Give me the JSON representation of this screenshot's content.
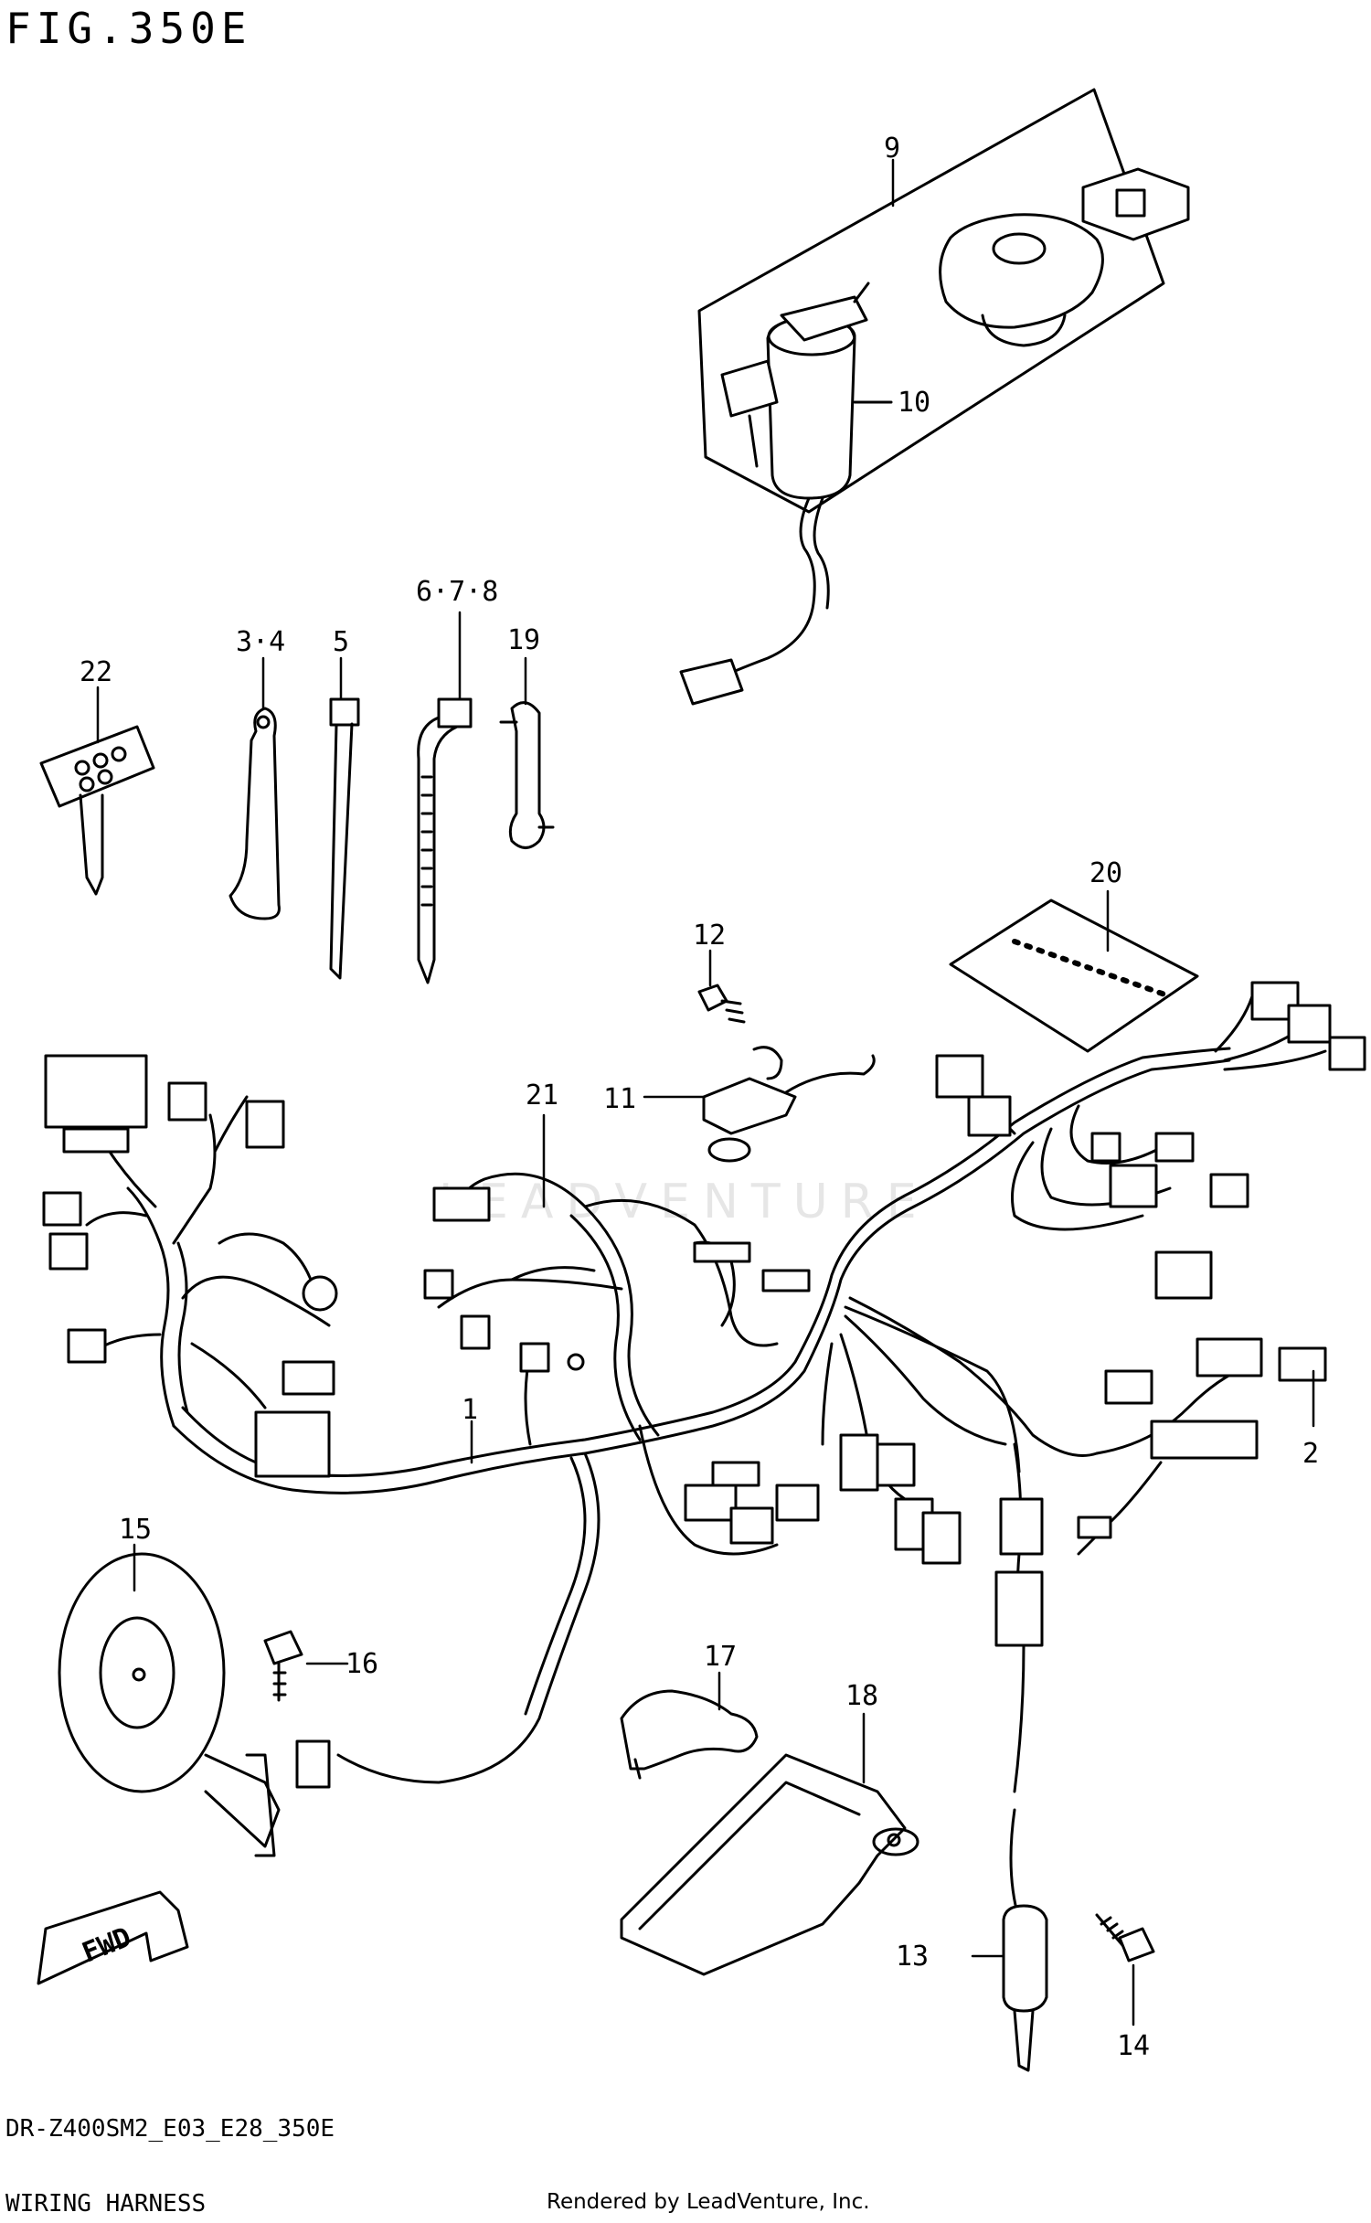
{
  "figure": {
    "title": "FIG.350E",
    "model_code": "DR-Z400SM2_E03_E28_350E",
    "caption": "WIRING HARNESS",
    "credit": "Rendered by LeadVenture, Inc.",
    "watermark": "LEADVENTURE"
  },
  "callouts": [
    {
      "id": "callout-1",
      "label": "1"
    },
    {
      "id": "callout-2",
      "label": "2"
    },
    {
      "id": "callout-3-4",
      "label": "3·4"
    },
    {
      "id": "callout-5",
      "label": "5"
    },
    {
      "id": "callout-6-7-8",
      "label": "6·7·8"
    },
    {
      "id": "callout-9",
      "label": "9"
    },
    {
      "id": "callout-10",
      "label": "10"
    },
    {
      "id": "callout-11",
      "label": "11"
    },
    {
      "id": "callout-12",
      "label": "12"
    },
    {
      "id": "callout-13",
      "label": "13"
    },
    {
      "id": "callout-14",
      "label": "14"
    },
    {
      "id": "callout-15",
      "label": "15"
    },
    {
      "id": "callout-16",
      "label": "16"
    },
    {
      "id": "callout-17",
      "label": "17"
    },
    {
      "id": "callout-18",
      "label": "18"
    },
    {
      "id": "callout-19",
      "label": "19"
    },
    {
      "id": "callout-20",
      "label": "20"
    },
    {
      "id": "callout-21",
      "label": "21"
    },
    {
      "id": "callout-22",
      "label": "22"
    }
  ],
  "arrow": {
    "label": "FWD"
  }
}
